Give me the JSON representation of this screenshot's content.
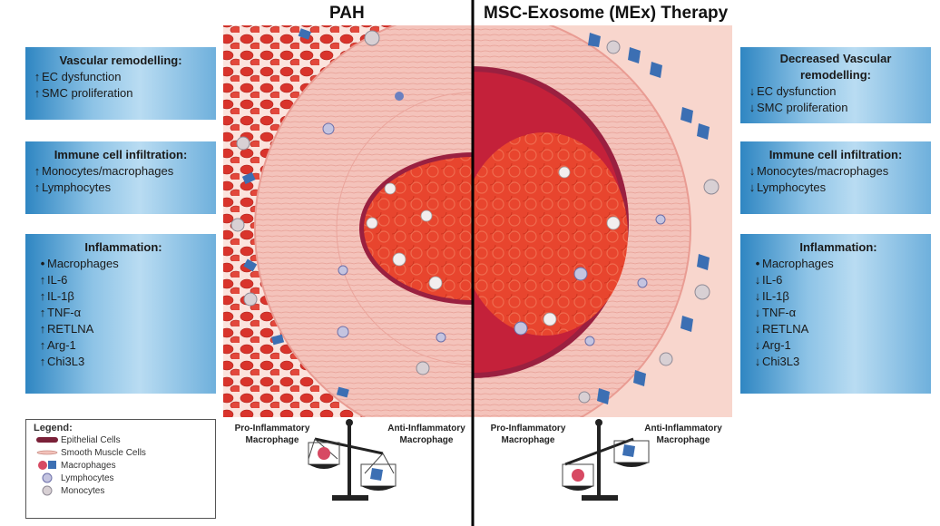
{
  "titles": {
    "left": "PAH",
    "right": "MSC-Exosome (MEx) Therapy"
  },
  "left_panel": {
    "boxes": [
      {
        "header": "Vascular remodelling:",
        "items": [
          {
            "arrow": "up",
            "text": "EC dysfunction"
          },
          {
            "arrow": "up",
            "text": "SMC proliferation"
          }
        ]
      },
      {
        "header": "Immune cell infiltration:",
        "items": [
          {
            "arrow": "up",
            "text": "Monocytes/macrophages"
          },
          {
            "arrow": "up",
            "text": "Lymphocytes"
          }
        ]
      },
      {
        "header": "Inflammation:",
        "items": [
          {
            "arrow": "none",
            "text": "Macrophages"
          },
          {
            "arrow": "up",
            "text": "IL-6"
          },
          {
            "arrow": "up",
            "text": "IL-1β"
          },
          {
            "arrow": "up",
            "text": "TNF-α"
          },
          {
            "arrow": "up",
            "text": "RETLNA"
          },
          {
            "arrow": "up",
            "text": "Arg-1"
          },
          {
            "arrow": "up",
            "text": "Chi3L3"
          }
        ]
      }
    ]
  },
  "right_panel": {
    "boxes": [
      {
        "header": "Decreased Vascular remodelling:",
        "items": [
          {
            "arrow": "down",
            "text": "EC dysfunction"
          },
          {
            "arrow": "down",
            "text": "SMC proliferation"
          }
        ]
      },
      {
        "header": "Immune cell infiltration:",
        "items": [
          {
            "arrow": "down",
            "text": "Monocytes/macrophages"
          },
          {
            "arrow": "down",
            "text": "Lymphocytes"
          }
        ]
      },
      {
        "header": "Inflammation:",
        "items": [
          {
            "arrow": "none",
            "text": "Macrophages"
          },
          {
            "arrow": "down",
            "text": "IL-6"
          },
          {
            "arrow": "down",
            "text": "IL-1β"
          },
          {
            "arrow": "down",
            "text": "TNF-α"
          },
          {
            "arrow": "down",
            "text": "RETLNA"
          },
          {
            "arrow": "down",
            "text": "Arg-1"
          },
          {
            "arrow": "down",
            "text": "Chi3L3"
          }
        ]
      }
    ]
  },
  "legend": {
    "title": "Legend:",
    "items": [
      "Epithelial Cells",
      "Smooth Muscle Cells",
      "Macrophages",
      "Lymphocytes",
      "Monocytes"
    ]
  },
  "balance_labels": {
    "pah_pro": "Pro-Inflammatory Macrophage",
    "pah_anti": "Anti-Inflammatory Macrophage",
    "mex_pro": "Pro-Inflammatory Macrophage",
    "mex_anti": "Anti-Inflammatory Macrophage"
  },
  "arrow_glyphs": {
    "up": "↑",
    "down": "↓",
    "none": "•"
  },
  "colors": {
    "box_blue": "#5aa3d6",
    "blood_red": "#e8412b",
    "tissue_pink": "#f3b9b0",
    "divider": "#000000"
  }
}
